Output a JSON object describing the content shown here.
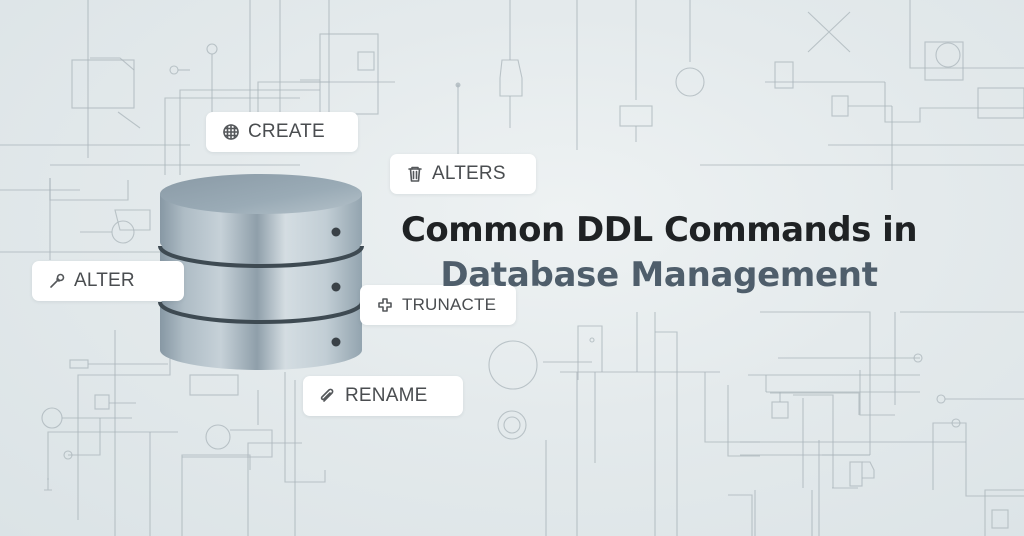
{
  "title": {
    "line1": "Common DDL Commands in",
    "line2": "Database Management"
  },
  "tags": [
    {
      "label": "CREATE",
      "icon": "globe-grid-icon"
    },
    {
      "label": "ALTERS",
      "icon": "trash-icon"
    },
    {
      "label": "ALTER",
      "icon": "pin-icon"
    },
    {
      "label": "TRUNACTE",
      "icon": "plus-icon"
    },
    {
      "label": "RENAME",
      "icon": "paperclip-icon"
    }
  ],
  "graphic": {
    "name": "database-cylinder",
    "tiers": 3,
    "colors": {
      "body": "#9fb0bb",
      "highlight": "#d7e0e5",
      "shadow": "#6f8290",
      "ring": "#3e4a52",
      "led": "#3a4147"
    }
  },
  "colors": {
    "background": "#e4eaec",
    "title_primary": "#1f2224",
    "title_secondary": "#4f5e6b",
    "tag_bg": "#ffffff",
    "tag_text": "#4a4d50",
    "circuit_lines": "#a9b4ba"
  }
}
